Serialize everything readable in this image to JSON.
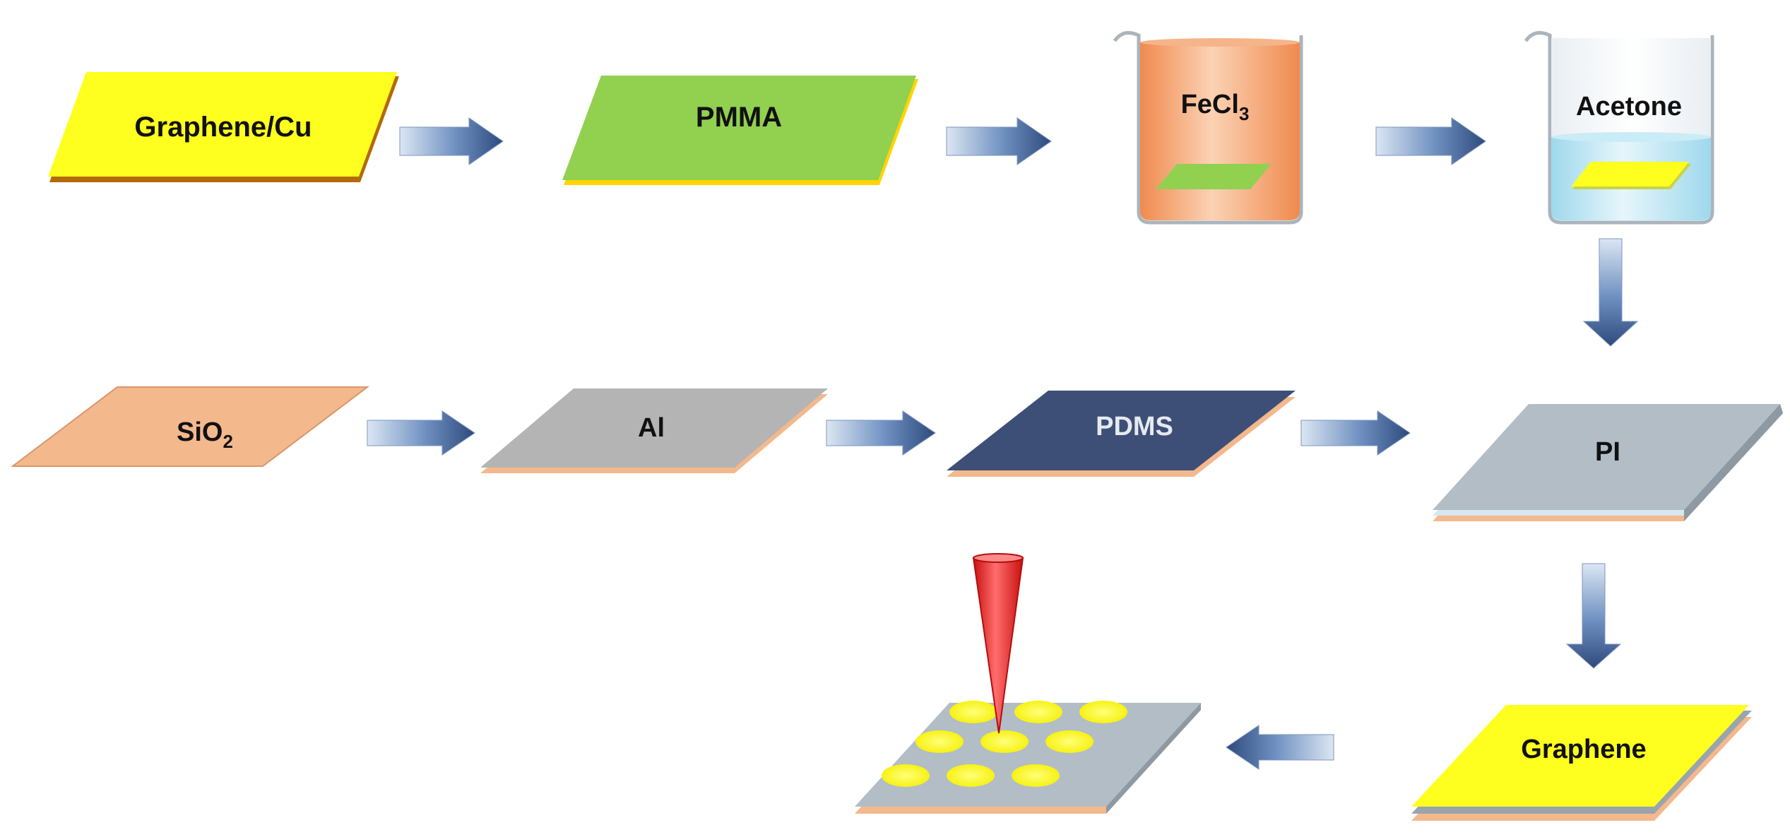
{
  "labels": {
    "graphene_cu": "Graphene/Cu",
    "pmma": "PMMA",
    "fecl3": "FeCl",
    "fecl3_sub": "3",
    "acetone": "Acetone",
    "sio2": "SiO",
    "sio2_sub": "2",
    "al": "Al",
    "pdms": "PDMS",
    "pi": "PI",
    "graphene": "Graphene"
  },
  "colors": {
    "graphene_yellow": "#ffff1f",
    "copper_edge": "#b36a08",
    "pmma_green": "#92d050",
    "beaker_orange": "#f4a06e",
    "beaker_blue": "#bfe6f2",
    "sio2_salmon": "#f4b88d",
    "al_gray": "#b4b4b4",
    "pdms_navy": "#3d4f77",
    "pi_gray": "#b2bdc6",
    "arrow_blue": "#2e4a7c",
    "laser_red": "#ee1c1c"
  }
}
